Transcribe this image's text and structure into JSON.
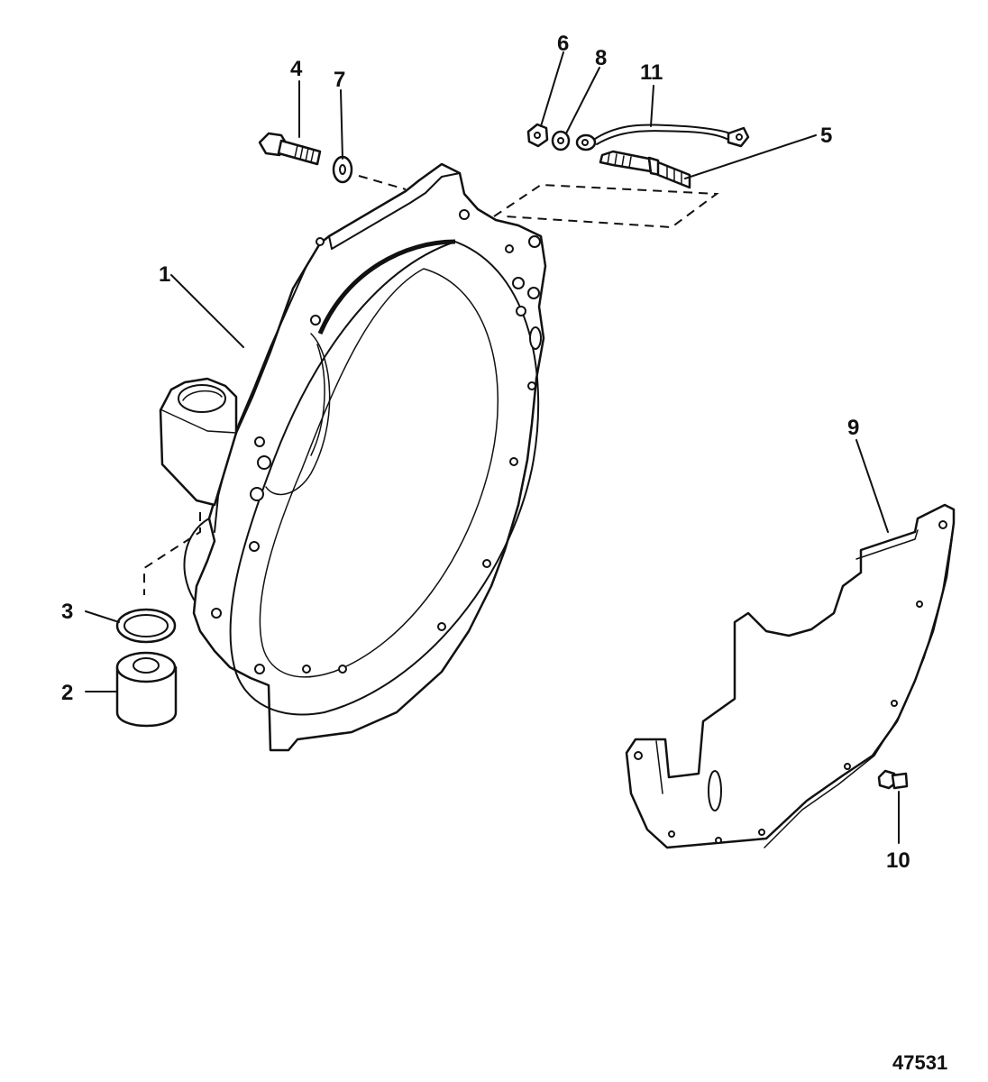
{
  "callouts": {
    "c1": "1",
    "c2": "2",
    "c3": "3",
    "c4": "4",
    "c5": "5",
    "c6": "6",
    "c7": "7",
    "c8": "8",
    "c9": "9",
    "c10": "10",
    "c11": "11"
  },
  "figure_number": "47531"
}
